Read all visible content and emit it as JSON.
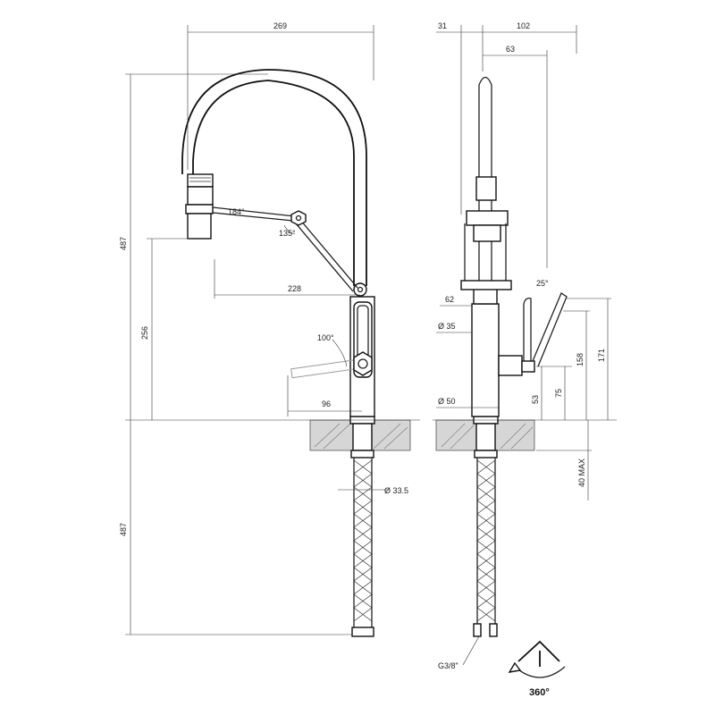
{
  "dimensions": {
    "d269": "269",
    "d487_upper": "487",
    "d487_lower": "487",
    "d256": "256",
    "d228": "228",
    "d184": "184°",
    "d135": "135°",
    "d100": "100°",
    "d96": "96",
    "d33_5": "Ø 33.5",
    "d31": "31",
    "d102": "102",
    "d63": "63",
    "d62": "62",
    "d25": "25°",
    "d35": "Ø 35",
    "d50": "Ø 50",
    "d53": "53",
    "d75": "75",
    "d158": "158",
    "d171": "171",
    "d40max": "40 MAX",
    "g38": "G3/8\""
  },
  "rotation": {
    "label": "360°"
  }
}
